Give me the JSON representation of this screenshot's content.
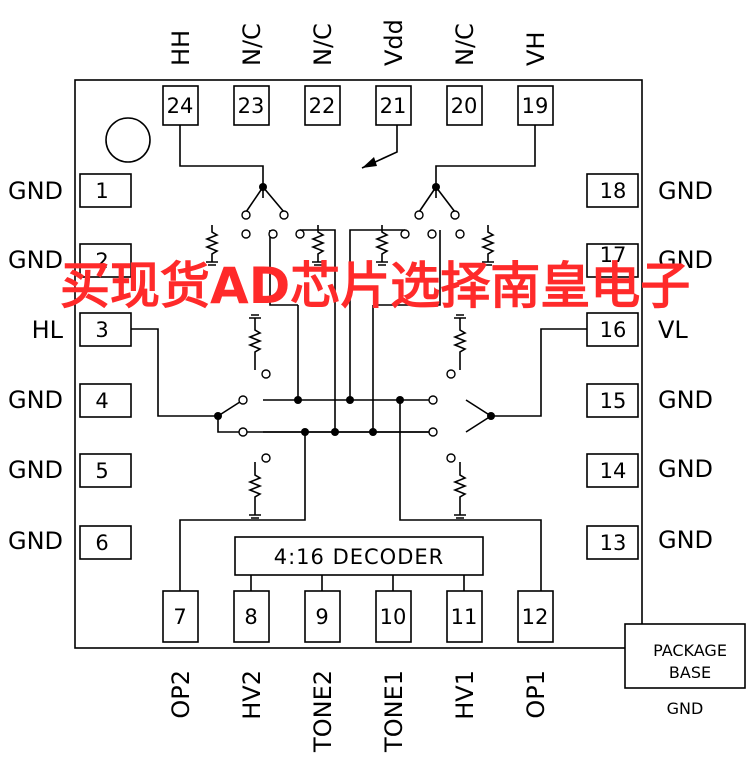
{
  "pins": {
    "top": [
      {
        "num": "24",
        "label": "HH"
      },
      {
        "num": "23",
        "label": "N/C"
      },
      {
        "num": "22",
        "label": "N/C"
      },
      {
        "num": "21",
        "label": "Vdd"
      },
      {
        "num": "20",
        "label": "N/C"
      },
      {
        "num": "19",
        "label": "VH"
      }
    ],
    "left": [
      {
        "num": "1",
        "label": "GND"
      },
      {
        "num": "2",
        "label": "GND"
      },
      {
        "num": "3",
        "label": "HL"
      },
      {
        "num": "4",
        "label": "GND"
      },
      {
        "num": "5",
        "label": "GND"
      },
      {
        "num": "6",
        "label": "GND"
      }
    ],
    "right": [
      {
        "num": "18",
        "label": "GND"
      },
      {
        "num": "17",
        "label": "GND"
      },
      {
        "num": "16",
        "label": "VL"
      },
      {
        "num": "15",
        "label": "GND"
      },
      {
        "num": "14",
        "label": "GND"
      },
      {
        "num": "13",
        "label": "GND"
      }
    ],
    "bottom": [
      {
        "num": "7",
        "label": "OP2"
      },
      {
        "num": "8",
        "label": "HV2"
      },
      {
        "num": "9",
        "label": "TONE2"
      },
      {
        "num": "10",
        "label": "TONE1"
      },
      {
        "num": "11",
        "label": "HV1"
      },
      {
        "num": "12",
        "label": "OP1"
      }
    ]
  },
  "decoder_label": "4:16  DECODER",
  "package_base": {
    "line1": "PACKAGE",
    "line2": "BASE",
    "pin": "GND"
  },
  "watermark": "买现货AD芯片选择南皇电子",
  "colors": {
    "line": "#000000",
    "watermark": "#ff2a2a"
  }
}
